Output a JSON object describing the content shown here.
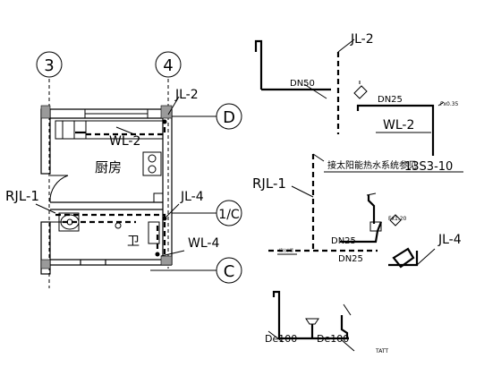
{
  "plan": {
    "axes": {
      "a3": "3",
      "a4": "4",
      "aD": "D",
      "a1C": "1/C",
      "aC": "C"
    },
    "labels": {
      "jl2": "JL-2",
      "wl2": "WL-2",
      "kitchen": "厨房",
      "rjl1": "RJL-1",
      "jl4": "JL-4",
      "wei": "卫",
      "wl4": "WL-4"
    }
  },
  "system_top": {
    "jl2": "JL-2",
    "dn50": "DN50",
    "dn25": "DN25",
    "wl2": "WL-2",
    "fx": "Fx0.35"
  },
  "system_mid": {
    "rjl1": "RJL-1",
    "note_cn": "接太阳能热水系统参见",
    "note_code": "13S3-10",
    "fx": "Fx1.20",
    "dn25_a": "DN25",
    "dn25_b": "DN25",
    "jl4": "JL-4",
    "small_tag": "接出水管"
  },
  "system_bottom": {
    "de100_a": "De100",
    "de100_b": "De100",
    "scale_tag": "TATT"
  }
}
